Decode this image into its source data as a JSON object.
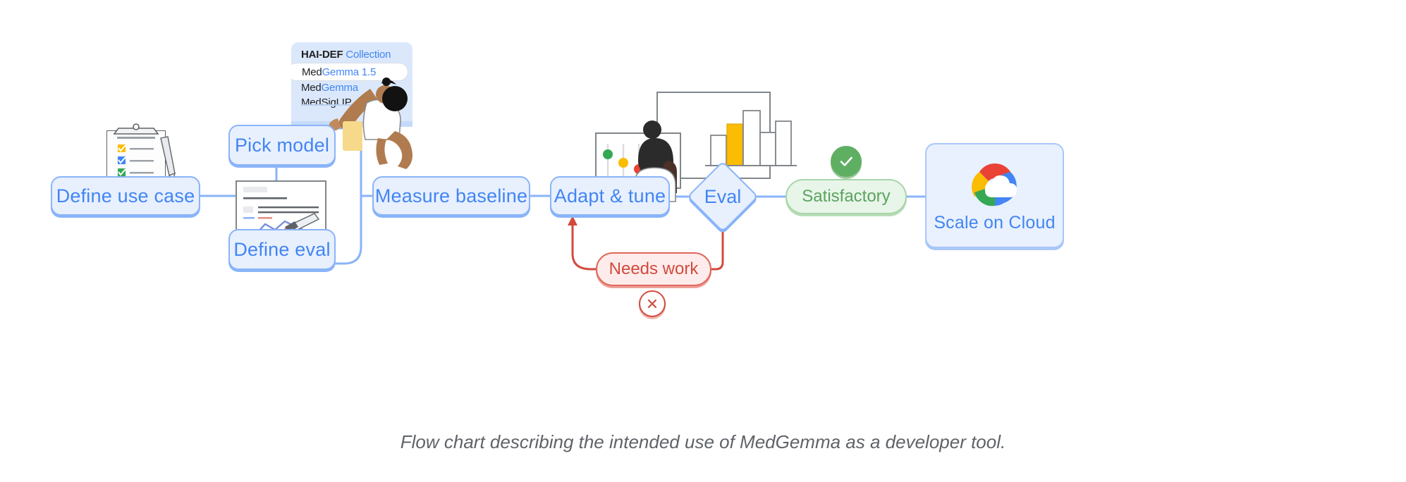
{
  "caption": "Flow chart describing the intended use of MedGemma as a developer tool.",
  "flow": {
    "nodes": [
      {
        "id": "define-use-case",
        "label": "Define use case",
        "kind": "process",
        "color": "#4285f4"
      },
      {
        "id": "pick-model",
        "label": "Pick model",
        "kind": "process",
        "color": "#4285f4"
      },
      {
        "id": "define-eval",
        "label": "Define eval",
        "kind": "process",
        "color": "#4285f4"
      },
      {
        "id": "measure-baseline",
        "label": "Measure baseline",
        "kind": "process",
        "color": "#4285f4"
      },
      {
        "id": "adapt-tune",
        "label": "Adapt & tune",
        "kind": "process",
        "color": "#4285f4"
      },
      {
        "id": "eval",
        "label": "Eval",
        "kind": "decision",
        "color": "#4285f4"
      },
      {
        "id": "scale-on-cloud",
        "label": "Scale on Cloud",
        "kind": "process",
        "color": "#4285f4"
      }
    ],
    "branches": [
      {
        "id": "satisfactory",
        "label": "Satisfactory",
        "outcome": "pass",
        "color": "#5ba35e",
        "from": "eval",
        "to": "scale-on-cloud"
      },
      {
        "id": "needs-work",
        "label": "Needs work",
        "outcome": "fail",
        "color": "#d24a3d",
        "from": "eval",
        "to": "adapt-tune"
      }
    ]
  },
  "haidef_panel": {
    "title_bold": "HAI-DEF",
    "title_accent": "Collection",
    "selected_item": {
      "prefix": "Med",
      "accent": "Gemma 1.5"
    },
    "items": [
      {
        "prefix": "Med",
        "accent": "Gemma"
      },
      {
        "prefix": "MedSigLIP",
        "accent": ""
      }
    ]
  },
  "illustrations": {
    "clipboard": "clipboard-checklist-illustration",
    "eval_doc": "eval-document-chart-illustration",
    "analyst": "analyst-dashboard-illustration",
    "model_picker_person": "person-pointing-illustration",
    "cloud_logo": "google-cloud-logo"
  },
  "icons": {
    "check": "check-icon",
    "cross": "close-icon"
  },
  "palette": {
    "node_fill": "#e8f0fe",
    "node_border": "#8ab4f8",
    "node_text": "#4285f4",
    "pass_fill": "#e8f5e9",
    "pass_border": "#a8d5a9",
    "pass_text": "#5ba35e",
    "fail_fill": "#fdeceb",
    "fail_border": "#e0675c",
    "fail_text": "#d24a3d",
    "caption_text": "#5f6368"
  }
}
